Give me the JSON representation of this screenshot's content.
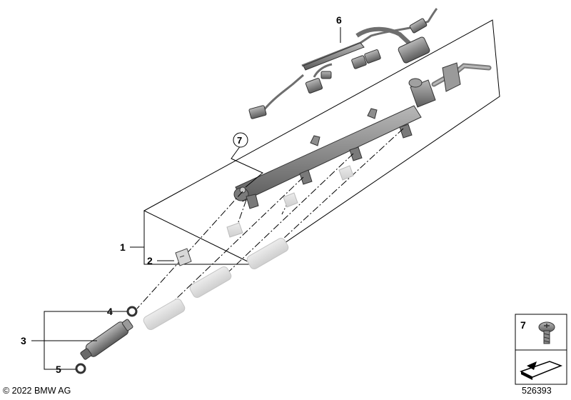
{
  "callouts": {
    "c1": "1",
    "c2": "2",
    "c3": "3",
    "c4": "4",
    "c5": "5",
    "c6": "6",
    "c7": "7",
    "c7_legend": "7"
  },
  "footer": {
    "copyright": "© 2022 BMW AG",
    "doc_number": "526393"
  },
  "colors": {
    "part_fill": "#8e8e8e",
    "part_stroke": "#3a3a3a",
    "ghost_fill": "#dcdcdc",
    "line": "#000000"
  },
  "icons": {
    "screw": "torx-screw-icon",
    "wrench": "assembly-arrow-icon"
  }
}
